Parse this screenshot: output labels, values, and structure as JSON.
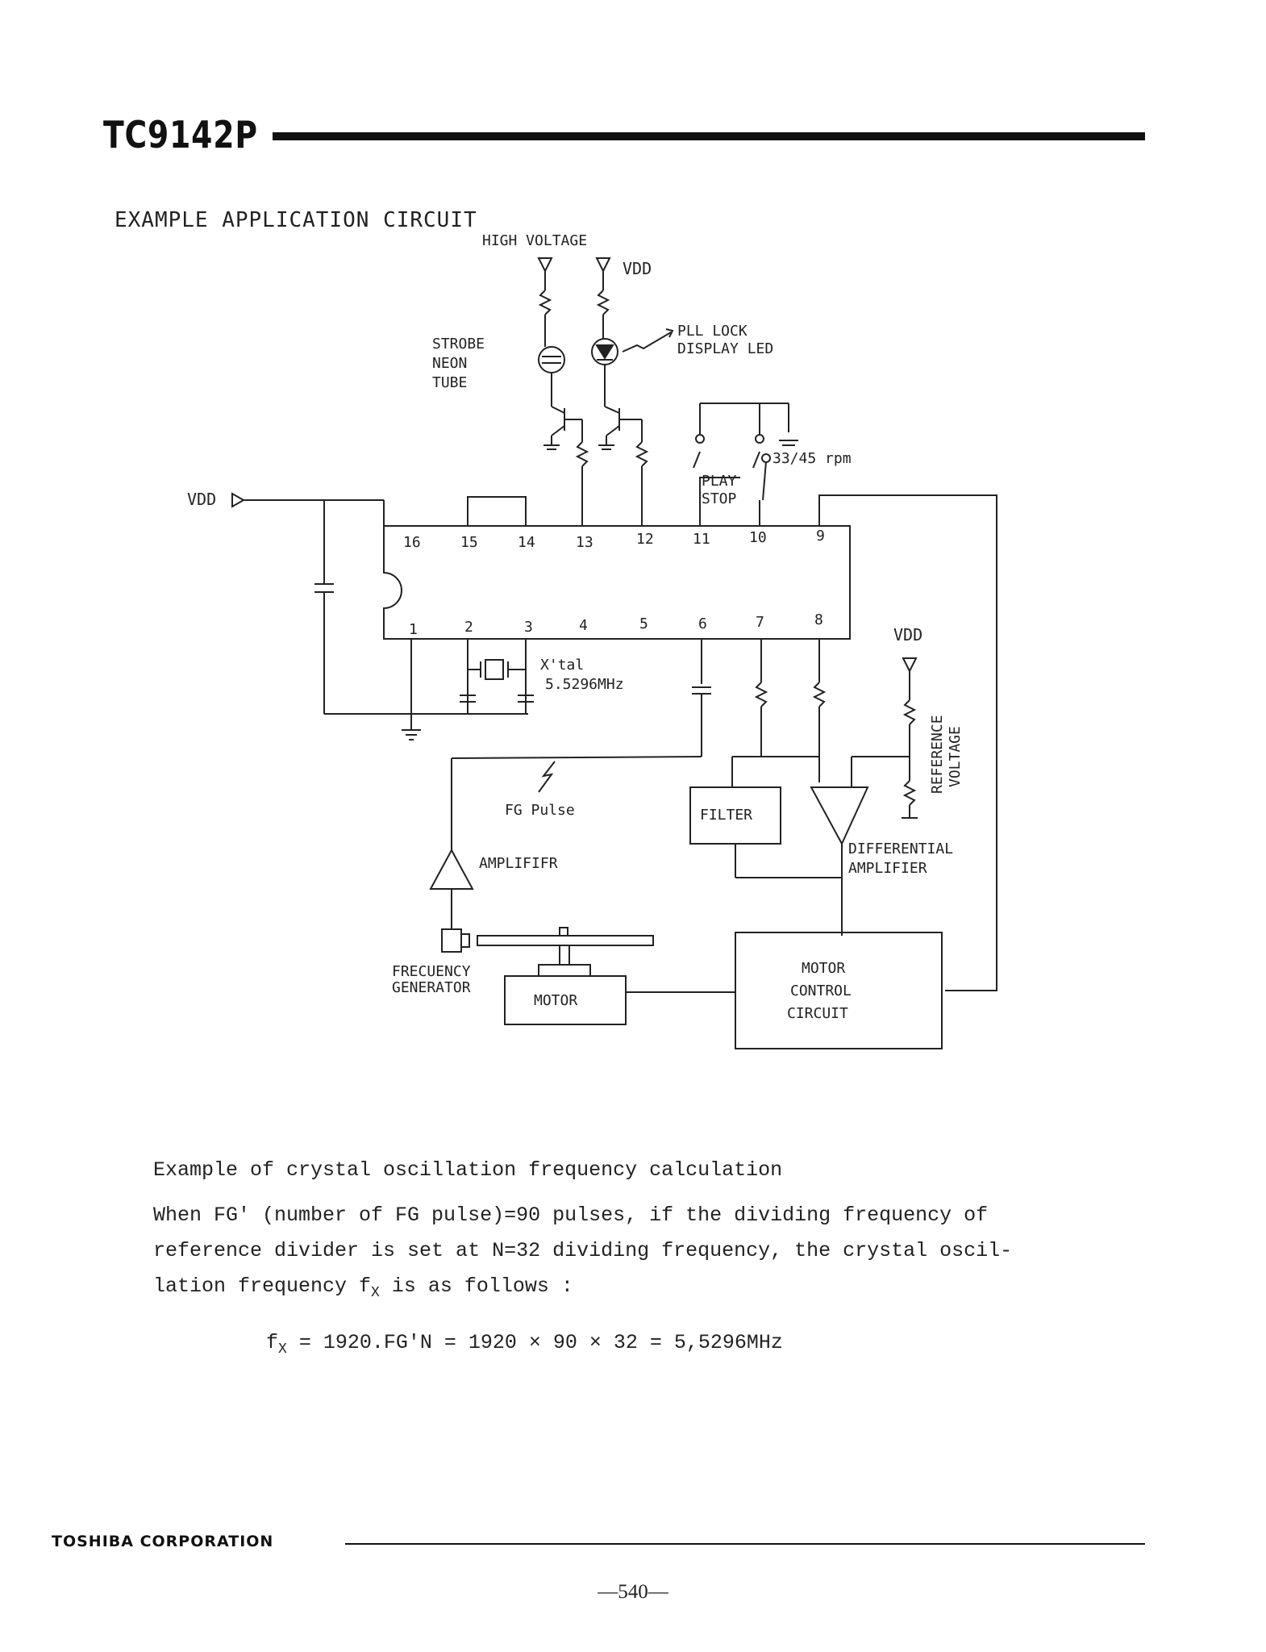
{
  "header": {
    "part_number": "TC9142P"
  },
  "section_title": "EXAMPLE APPLICATION CIRCUIT",
  "diagram": {
    "high_voltage": "HIGH VOLTAGE",
    "vdd_top": "VDD",
    "vdd_left": "VDD",
    "vdd_right": "VDD",
    "strobe_neon_tube": [
      "STROBE",
      "NEON",
      "TUBE"
    ],
    "pll_lock_led": [
      "PLL LOCK",
      "DISPLAY LED"
    ],
    "speed_switch": "33/45 rpm",
    "play_stop": [
      "PLAY",
      "STOP"
    ],
    "pins_top": [
      "16",
      "15",
      "14",
      "13",
      "12",
      "11",
      "10",
      "9"
    ],
    "pins_bottom": [
      "1",
      "2",
      "3",
      "4",
      "5",
      "6",
      "7",
      "8"
    ],
    "crystal": [
      "X'tal",
      "5.5296MHz"
    ],
    "fg_pulse": "FG Pulse",
    "filter": "FILTER",
    "reference_voltage": [
      "REFERENCE",
      "VOLTAGE"
    ],
    "amplifier": "AMPLIFIFR",
    "differential_amplifier": [
      "DIFFERENTIAL",
      "AMPLIFIER"
    ],
    "frequency_generator": [
      "FRECUENCY",
      "GENERATOR"
    ],
    "motor": "MOTOR",
    "motor_control": [
      "MOTOR",
      "CONTROL",
      "CIRCUIT"
    ]
  },
  "text": {
    "heading": "Example of crystal oscillation frequency calculation",
    "line1": "When FG' (number of FG pulse)=90 pulses, if the dividing frequency of",
    "line2": "reference divider is set at N=32 dividing frequency, the crystal oscil-",
    "line3_pre": "lation frequency f",
    "line3_sub": "X",
    "line3_post": " is as follows :",
    "formula_pre": "f",
    "formula_sub": "X",
    "formula_post": " = 1920.FG'N = 1920 × 90 × 32 = 5,5296MHz"
  },
  "footer": {
    "company": "TOSHIBA CORPORATION",
    "page": "—540—"
  }
}
